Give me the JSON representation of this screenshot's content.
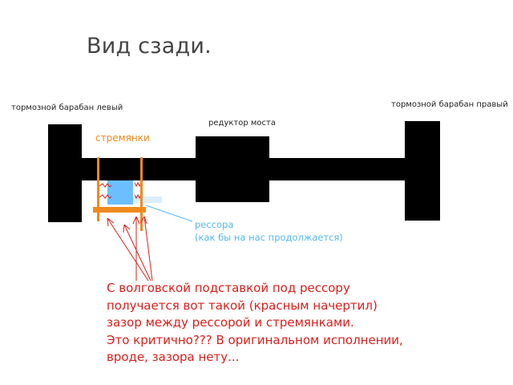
{
  "diagram": {
    "title": "Вид сзади.",
    "labels": {
      "brake_drum_left": "тормозной барабан левый",
      "brake_drum_right": "тормозной барабан правый",
      "axle_reducer": "редуктор моста",
      "stirrups": "стремянки",
      "spring_line1": "рессора",
      "spring_line2": "(как бы на нас продолжается)"
    },
    "comment_lines": [
      "С волговской подставкой под рессору",
      "получается вот такой (красным начертил)",
      "зазор между рессорой и стремянками.",
      "Это критично??? В оригинальном исполнении,",
      "вроде, зазора нету..."
    ],
    "colors": {
      "title": "#444444",
      "parts": "#000000",
      "stirrups": "#f08a1c",
      "spring": "#55b8ee",
      "spring_fill": "#6bbfff",
      "annotation": "#d9201c"
    }
  }
}
